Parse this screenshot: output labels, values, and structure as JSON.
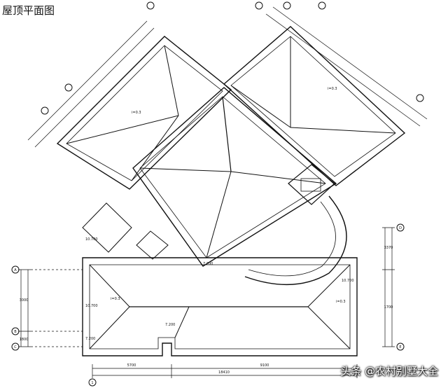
{
  "title": "屋顶平面图",
  "watermark": "头条 @农村别墅大全",
  "colors": {
    "line": "#111111",
    "background": "#ffffff"
  },
  "grid_labels": {
    "left_bubble_1": "A",
    "left_bubble_2": "B",
    "left_bubble_3": "C",
    "right_bubble_1": "D",
    "right_bubble_2": "E",
    "bottom_bubble": "1"
  },
  "dimensions": {
    "bottom_1": "5700",
    "bottom_2": "9100",
    "bottom_3": "18410",
    "left_1": "3000",
    "left_2": "1800",
    "right_1": "3370",
    "right_2": "1700"
  },
  "annotations": {
    "slope_a": "i=0.3",
    "slope_b": "i=0.3",
    "slope_c": "i=0.3",
    "slope_d": "i=0.3",
    "elev_1": "10.700",
    "elev_2": "10.700",
    "elev_3": "10.700",
    "elev_4": "7.200",
    "elev_5": "7.200",
    "elev_6": "7.200"
  }
}
